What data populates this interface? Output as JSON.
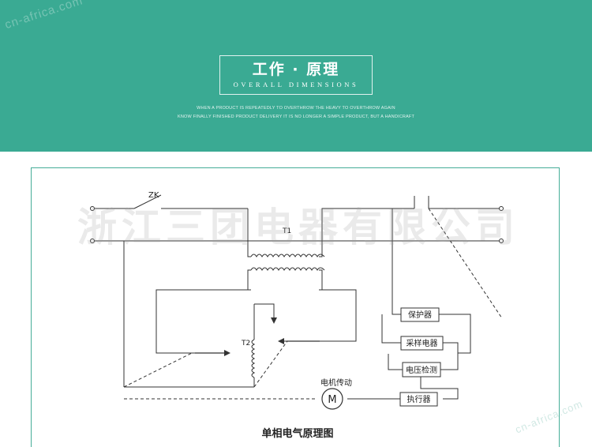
{
  "banner": {
    "watermark": "cn-africa.com",
    "title": "工作 · 原理",
    "subtitle": "OVERALL DIMENSIONS",
    "tagline_1": "WHEN A PRODUCT IS REPEATEDLY TO OVERTHROW THE HEAVY TO OVERTHROW AGAIN",
    "tagline_2": "KNOW FINALLY FINISHED PRODUCT DELIVERY IT IS NO LONGER A SIMPLE PRODUCT, BUT A HANDICRAFT"
  },
  "diagram": {
    "switch_label": "ZK",
    "t1_label": "T1",
    "t2_label": "T2",
    "motor_drive_label": "电机传动",
    "motor_symbol": "M",
    "boxes": {
      "protector": "保护器",
      "sampling": "采样电器",
      "voltage_detect": "电压检测",
      "actuator": "执行器"
    },
    "caption": "单相电气原理图",
    "company_watermark": "浙江三团电器有限公司",
    "corner_watermark": "cn-africa.com"
  },
  "colors": {
    "banner": "#3aaa93",
    "frame": "#45ad98",
    "line": "#333333"
  }
}
